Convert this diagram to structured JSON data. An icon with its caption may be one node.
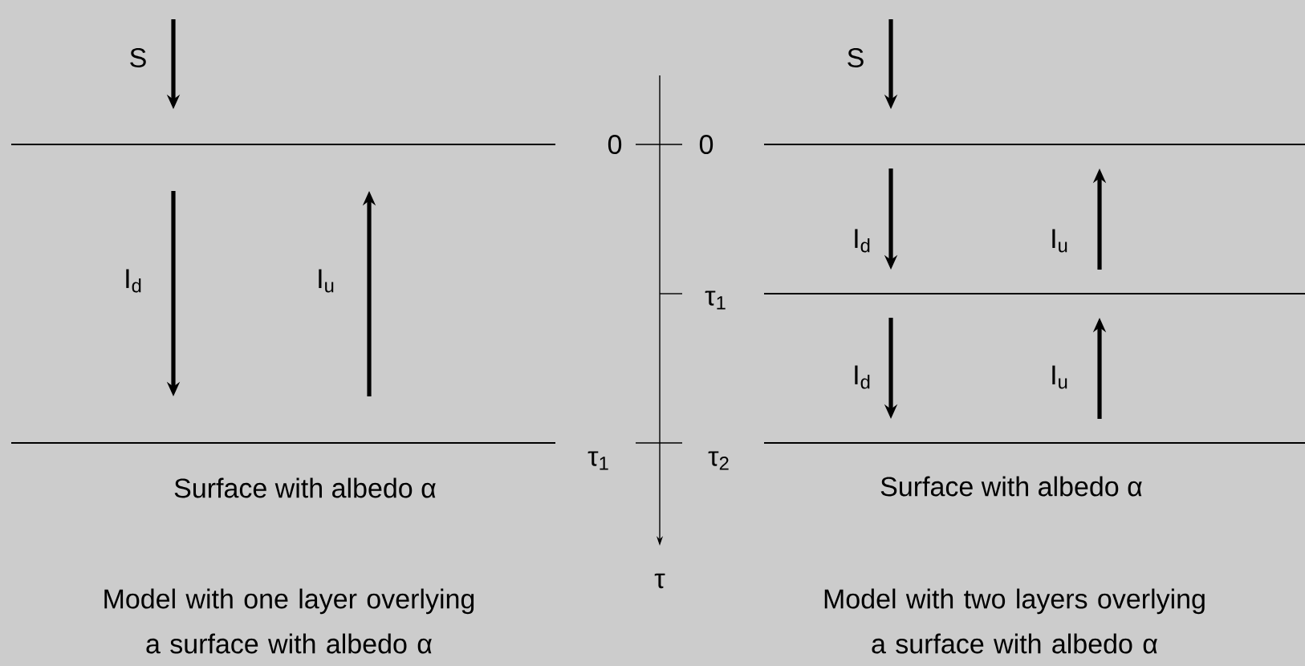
{
  "diagram": {
    "labels": [
      "S",
      "S",
      "0",
      "0",
      "I$_{d}$",
      "I$_{u}$",
      "I$_{d}$",
      "I$_{u}$",
      "τ$_{1}$",
      "I$_{d}$",
      "I$_{u}$",
      "τ$_{1}$",
      "τ$_{2}$",
      "Surface with albedo α",
      "Surface with albedo α",
      "τ",
      "Model with one layer overlying a surface with albedo α",
      "Model with two layers overlying a surface with albedo α"
    ]
  }
}
